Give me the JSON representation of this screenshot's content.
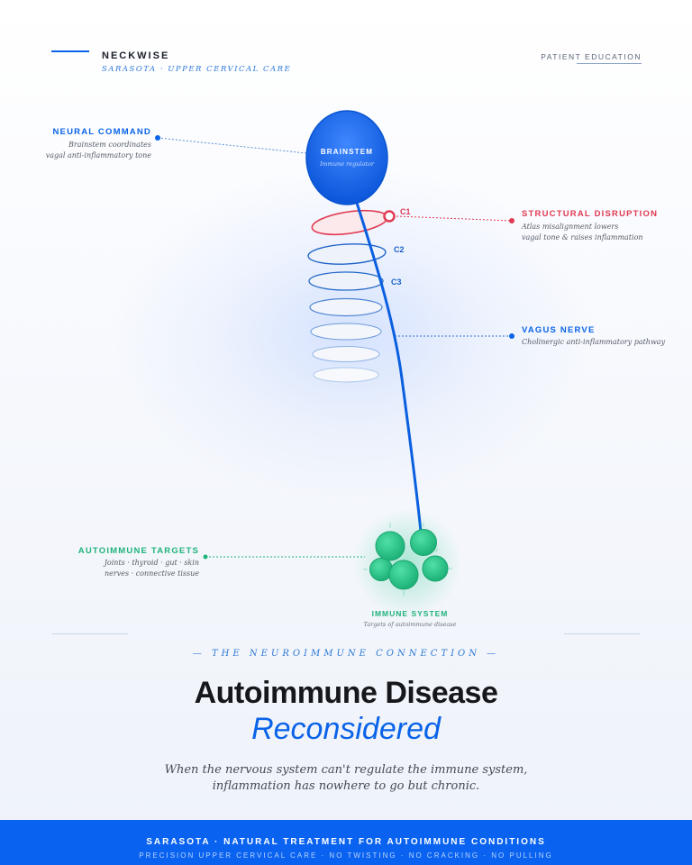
{
  "brand": {
    "name": "NECKWISE",
    "subtitle": "SARASOTA · UPPER CERVICAL CARE",
    "tag": "PATIENT EDUCATION"
  },
  "diagram": {
    "brainstem": {
      "title": "BRAINSTEM",
      "subtitle": "Immune regulator"
    },
    "vertebrae": [
      "C1",
      "C2",
      "C3"
    ],
    "immune": {
      "title": "IMMUNE SYSTEM",
      "subtitle": "Targets of autoimmune disease"
    },
    "callouts": {
      "neural": {
        "title": "NEURAL COMMAND",
        "lines": [
          "Brainstem coordinates",
          "vagal anti-inflammatory tone"
        ]
      },
      "structural": {
        "title": "STRUCTURAL DISRUPTION",
        "lines": [
          "Atlas misalignment lowers",
          "vagal tone & raises inflammation"
        ]
      },
      "vagus": {
        "title": "VAGUS NERVE",
        "lines": [
          "Cholinergic anti-inflammatory pathway"
        ]
      },
      "autoimmune": {
        "title": "AUTOIMMUNE TARGETS",
        "lines": [
          "Joints · thyroid · gut · skin",
          "nerves · connective tissue"
        ]
      }
    },
    "colors": {
      "blue": "#0a63e8",
      "red": "#e03a52",
      "green": "#20b37a"
    }
  },
  "hero": {
    "kicker": "— THE NEUROIMMUNE CONNECTION —",
    "title": "Autoimmune Disease",
    "title_accent": "Reconsidered",
    "lede_lines": [
      "When the nervous system can't regulate the immune system,",
      "inflammation has nowhere to go but chronic."
    ]
  },
  "footer": {
    "line1": "SARASOTA · NATURAL TREATMENT FOR AUTOIMMUNE CONDITIONS",
    "line2": "PRECISION UPPER CERVICAL CARE · NO TWISTING · NO CRACKING · NO PULLING"
  }
}
